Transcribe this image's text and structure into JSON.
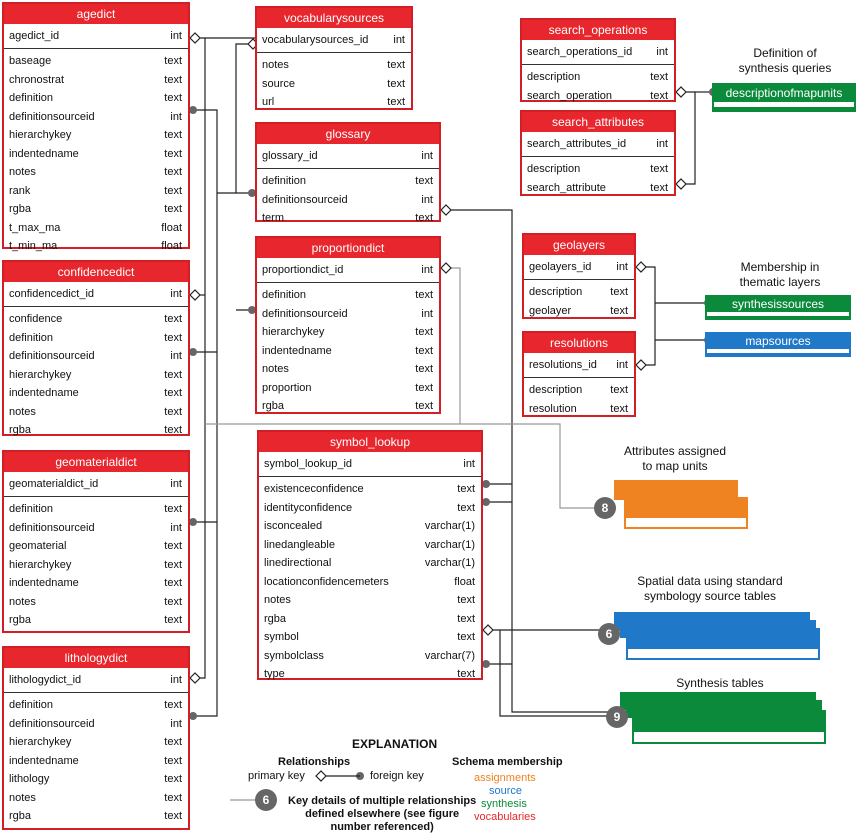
{
  "tables": {
    "agedict": {
      "name": "agedict",
      "pk": [
        "agedict_id",
        "int"
      ],
      "fields": [
        [
          "baseage",
          "text"
        ],
        [
          "chronostrat",
          "text"
        ],
        [
          "definition",
          "text"
        ],
        [
          "definitionsourceid",
          "int"
        ],
        [
          "hierarchykey",
          "text"
        ],
        [
          "indentedname",
          "text"
        ],
        [
          "notes",
          "text"
        ],
        [
          "rank",
          "text"
        ],
        [
          "rgba",
          "text"
        ],
        [
          "t_max_ma",
          "float"
        ],
        [
          "t_min_ma",
          "float"
        ]
      ]
    },
    "confidencedict": {
      "name": "confidencedict",
      "pk": [
        "confidencedict_id",
        "int"
      ],
      "fields": [
        [
          "confidence",
          "text"
        ],
        [
          "definition",
          "text"
        ],
        [
          "definitionsourceid",
          "int"
        ],
        [
          "hierarchykey",
          "text"
        ],
        [
          "indentedname",
          "text"
        ],
        [
          "notes",
          "text"
        ],
        [
          "rgba",
          "text"
        ]
      ]
    },
    "geomaterialdict": {
      "name": "geomaterialdict",
      "pk": [
        "geomaterialdict_id",
        "int"
      ],
      "fields": [
        [
          "definition",
          "text"
        ],
        [
          "definitionsourceid",
          "int"
        ],
        [
          "geomaterial",
          "text"
        ],
        [
          "hierarchykey",
          "text"
        ],
        [
          "indentedname",
          "text"
        ],
        [
          "notes",
          "text"
        ],
        [
          "rgba",
          "text"
        ]
      ]
    },
    "lithologydict": {
      "name": "lithologydict",
      "pk": [
        "lithologydict_id",
        "int"
      ],
      "fields": [
        [
          "definition",
          "text"
        ],
        [
          "definitionsourceid",
          "int"
        ],
        [
          "hierarchykey",
          "text"
        ],
        [
          "indentedname",
          "text"
        ],
        [
          "lithology",
          "text"
        ],
        [
          "notes",
          "text"
        ],
        [
          "rgba",
          "text"
        ]
      ]
    },
    "vocabularysources": {
      "name": "vocabularysources",
      "pk": [
        "vocabularysources_id",
        "int"
      ],
      "fields": [
        [
          "notes",
          "text"
        ],
        [
          "source",
          "text"
        ],
        [
          "url",
          "text"
        ]
      ]
    },
    "glossary": {
      "name": "glossary",
      "pk": [
        "glossary_id",
        "int"
      ],
      "fields": [
        [
          "definition",
          "text"
        ],
        [
          "definitionsourceid",
          "int"
        ],
        [
          "term",
          "text"
        ]
      ]
    },
    "proportiondict": {
      "name": "proportiondict",
      "pk": [
        "proportiondict_id",
        "int"
      ],
      "fields": [
        [
          "definition",
          "text"
        ],
        [
          "definitionsourceid",
          "int"
        ],
        [
          "hierarchykey",
          "text"
        ],
        [
          "indentedname",
          "text"
        ],
        [
          "notes",
          "text"
        ],
        [
          "proportion",
          "text"
        ],
        [
          "rgba",
          "text"
        ]
      ]
    },
    "symbol_lookup": {
      "name": "symbol_lookup",
      "pk": [
        "symbol_lookup_id",
        "int"
      ],
      "fields": [
        [
          "existenceconfidence",
          "text"
        ],
        [
          "identityconfidence",
          "text"
        ],
        [
          "isconcealed",
          "varchar(1)"
        ],
        [
          "linedangleable",
          "varchar(1)"
        ],
        [
          "linedirectional",
          "varchar(1)"
        ],
        [
          "locationconfidencemeters",
          "float"
        ],
        [
          "notes",
          "text"
        ],
        [
          "rgba",
          "text"
        ],
        [
          "symbol",
          "text"
        ],
        [
          "symbolclass",
          "varchar(7)"
        ],
        [
          "type",
          "text"
        ]
      ]
    },
    "search_operations": {
      "name": "search_operations",
      "pk": [
        "search_operations_id",
        "int"
      ],
      "fields": [
        [
          "description",
          "text"
        ],
        [
          "search_operation",
          "text"
        ]
      ]
    },
    "search_attributes": {
      "name": "search_attributes",
      "pk": [
        "search_attributes_id",
        "int"
      ],
      "fields": [
        [
          "description",
          "text"
        ],
        [
          "search_attribute",
          "text"
        ]
      ]
    },
    "geolayers": {
      "name": "geolayers",
      "pk": [
        "geolayers_id",
        "int"
      ],
      "fields": [
        [
          "description",
          "text"
        ],
        [
          "geolayer",
          "text"
        ]
      ]
    },
    "resolutions": {
      "name": "resolutions",
      "pk": [
        "resolutions_id",
        "int"
      ],
      "fields": [
        [
          "description",
          "text"
        ],
        [
          "resolution",
          "text"
        ]
      ]
    }
  },
  "external": {
    "descriptionofmapunits": "descriptionofmapunits",
    "synthesissources": "synthesissources",
    "mapsources": "mapsources"
  },
  "labels": {
    "synthesis_queries": "Definition of\nsynthesis queries",
    "thematic_layers": "Membership in\nthematic layers",
    "map_units": "Attributes assigned\nto map units",
    "spatial_data": "Spatial data using standard\nsymbology source tables",
    "synthesis_tables": "Synthesis tables"
  },
  "badges": {
    "map_units": "8",
    "spatial": "6",
    "synthesis": "9",
    "legend": "6"
  },
  "explanation": {
    "title": "EXPLANATION",
    "relationships": "Relationships",
    "primary_key": "primary key",
    "foreign_key": "foreign key",
    "schema_membership": "Schema membership",
    "assignments": "assignments",
    "source": "source",
    "synthesis": "synthesis",
    "vocabularies": "vocabularies",
    "key_details": "Key details of multiple relationships\ndefined elsewhere (see figure\nnumber referenced)"
  },
  "colors": {
    "vocabularies": "#e8262d",
    "assignments": "#f08321",
    "source": "#1f78c8",
    "synthesis": "#0a8a3a"
  }
}
